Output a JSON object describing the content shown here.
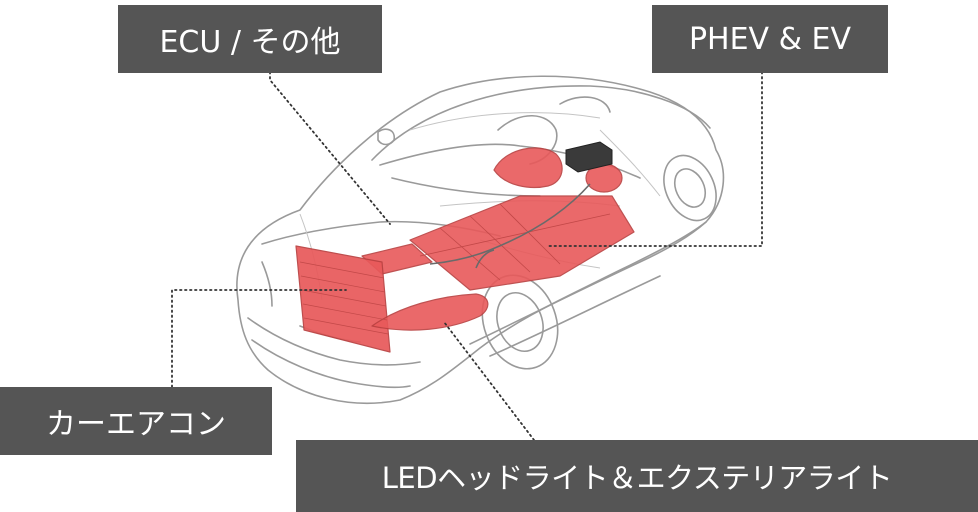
{
  "labels": {
    "ecu": "ECU / その他",
    "phev": "PHEV & EV",
    "aircon": "カーエアコン",
    "led": "LEDヘッドライト＆エクステリアライト"
  },
  "colors": {
    "label_bg": "#555555",
    "label_text": "#ffffff",
    "highlight": "#e8595a",
    "car_line": "#8a8a8a"
  }
}
